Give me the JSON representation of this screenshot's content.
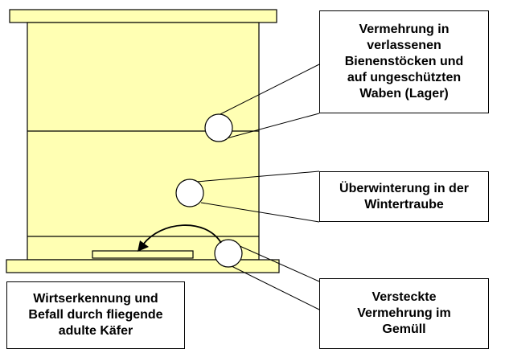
{
  "colors": {
    "hive_fill": "#ffffb3",
    "stroke": "#000000",
    "background": "#ffffff",
    "callout_fill": "#ffffff"
  },
  "callouts": {
    "top_right": [
      "Vermehrung in",
      "verlassenen",
      "Bienenstöcken und",
      "auf ungeschützten",
      "Waben (Lager)"
    ],
    "middle_right": [
      "Überwinterung in der",
      "Wintertraube"
    ],
    "bottom_right": [
      "Versteckte",
      "Vermehrung im",
      "Gemüll"
    ],
    "bottom_left": [
      "Wirtserkennung und",
      "Befall durch fliegende",
      "adulte Käfer"
    ]
  }
}
